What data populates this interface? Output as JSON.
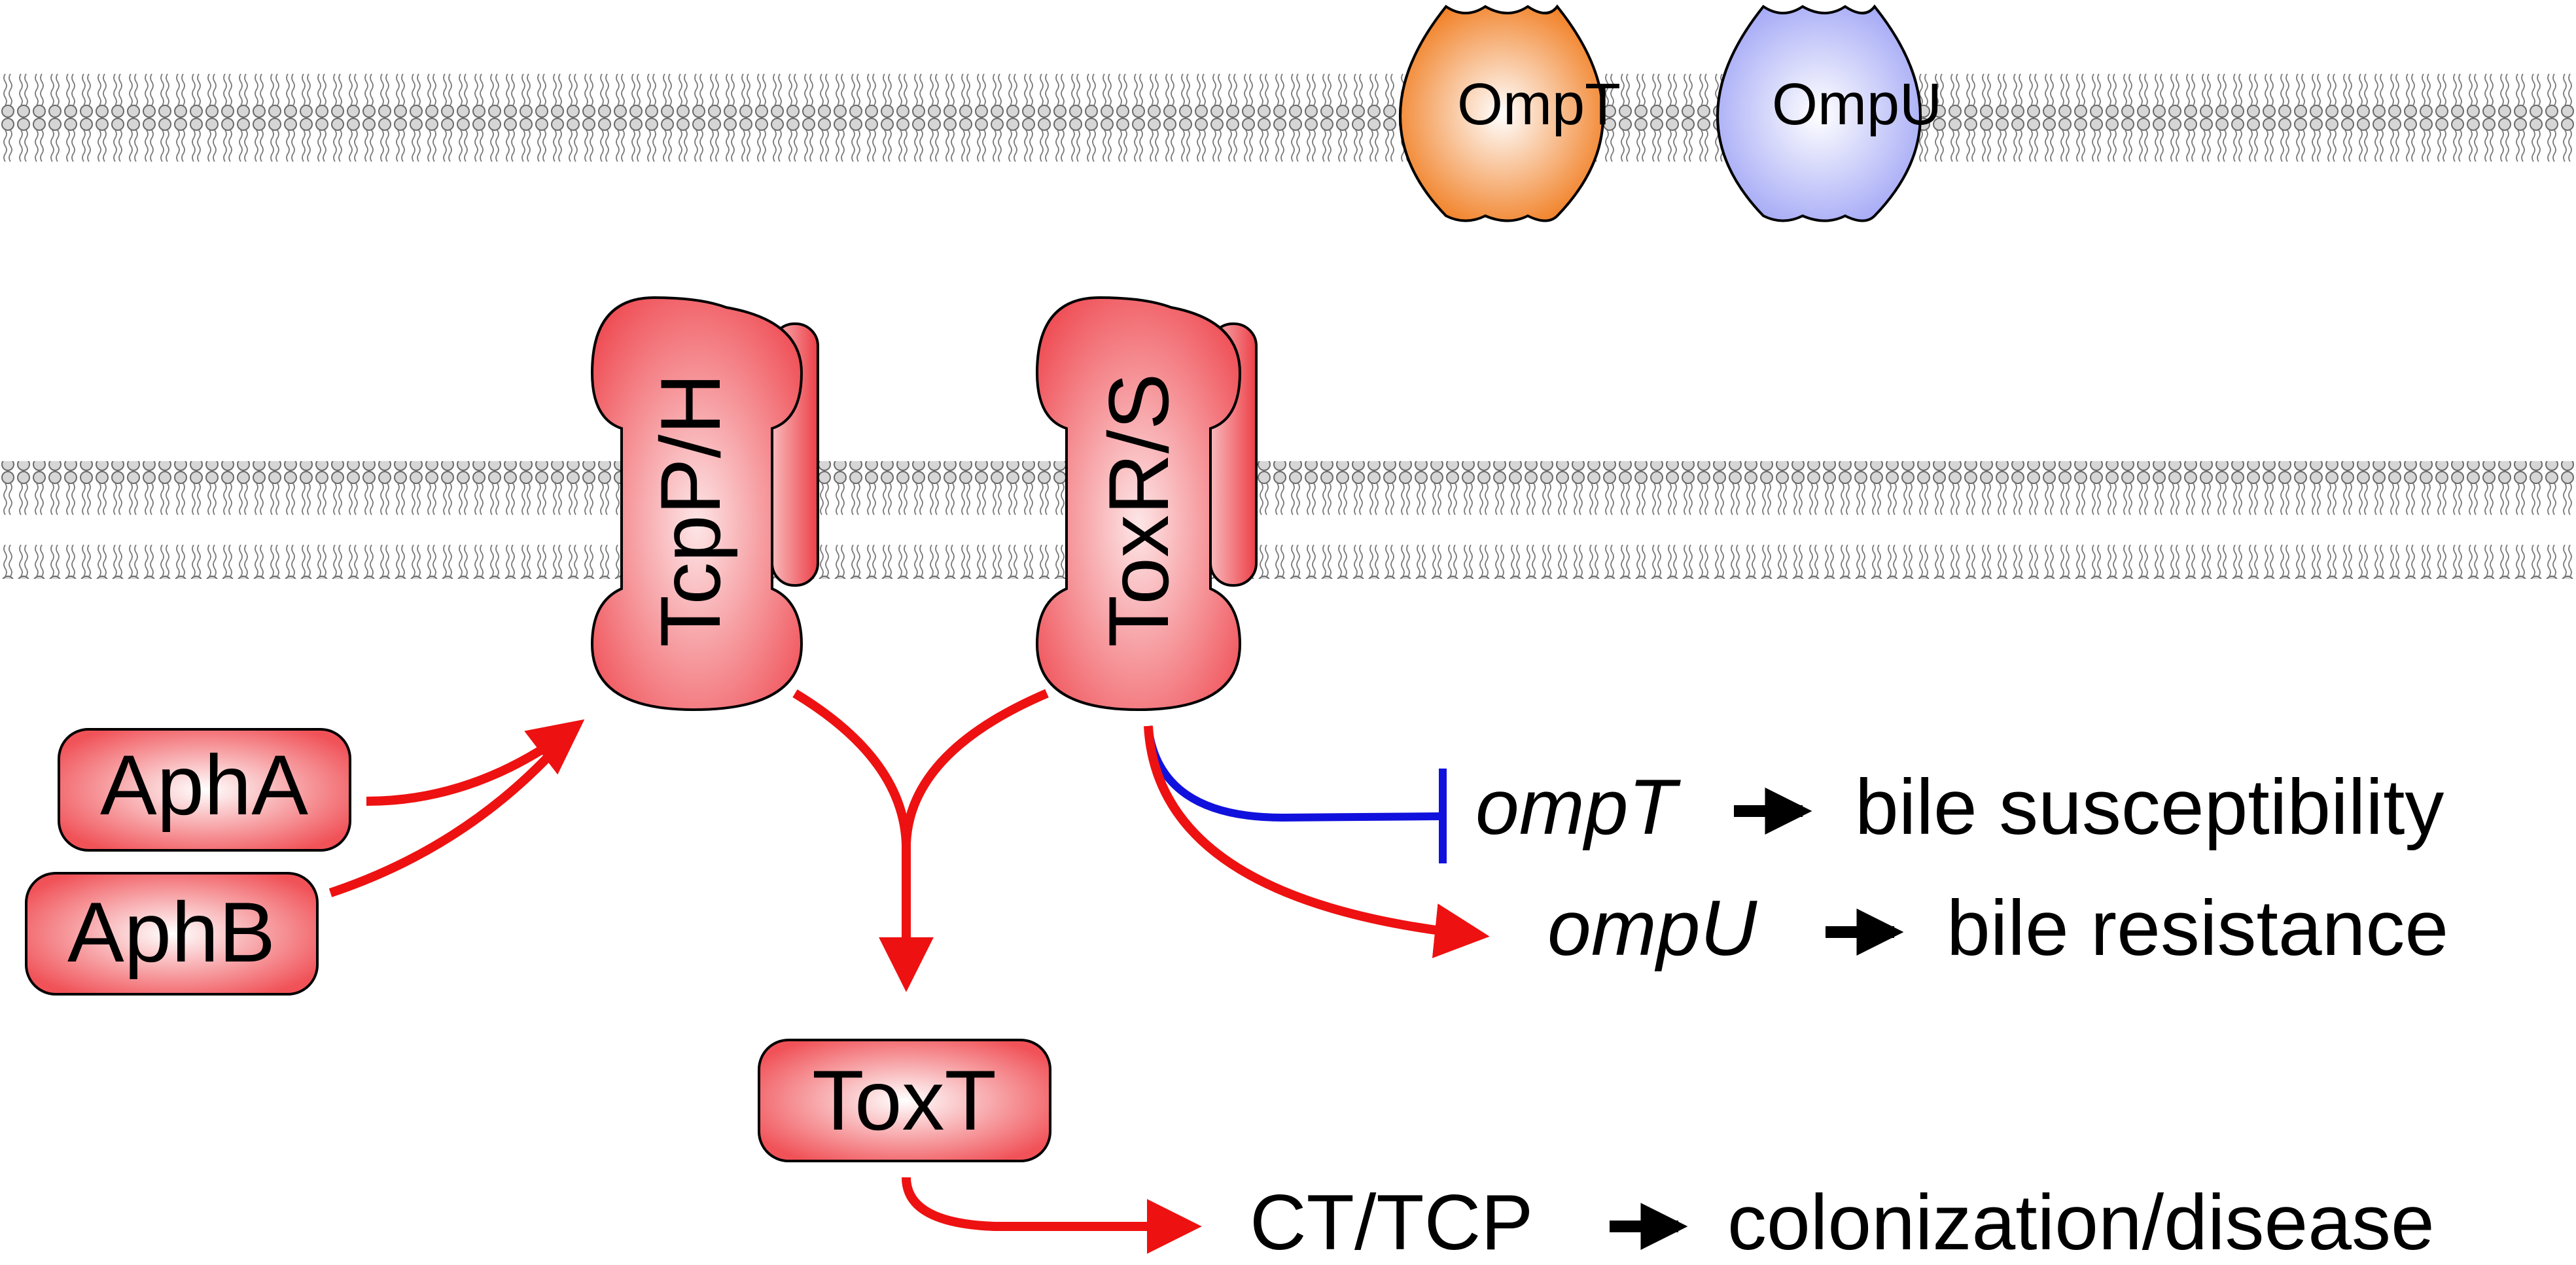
{
  "outer_membrane": {
    "porins": [
      {
        "label": "OmpT",
        "color": "#f07818"
      },
      {
        "label": "OmpU",
        "color": "#9fa4f5"
      }
    ]
  },
  "inner_membrane": {
    "complexes": [
      {
        "label": "TcpP/H",
        "color": "#f26a6e"
      },
      {
        "label": "ToxR/S",
        "color": "#f26a6e"
      }
    ]
  },
  "regulators": {
    "apha": "AphA",
    "aphb": "AphB",
    "toxt": "ToxT"
  },
  "outcomes": {
    "ompt": {
      "gene": "ompT",
      "result": "bile susceptibility"
    },
    "ompu": {
      "gene": "ompU",
      "result": "bile resistance"
    },
    "ct_tcp": {
      "gene": "CT/TCP",
      "result": "colonization/disease"
    }
  },
  "colors": {
    "activation": "#ee1111",
    "repression": "#1111dd",
    "regulator_fill": "#f26a6e",
    "membrane_head": "#d4d4d4"
  }
}
